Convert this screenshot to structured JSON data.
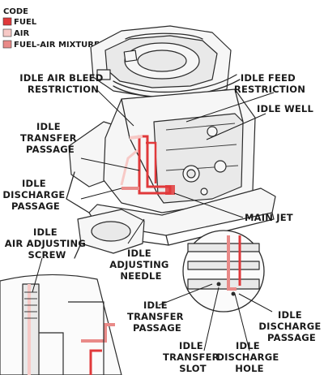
{
  "legend": {
    "title": "CODE",
    "items": [
      {
        "label": "FUEL",
        "color": "#e0393b"
      },
      {
        "label": "AIR",
        "color": "#f7c9c6"
      },
      {
        "label": "FUEL-AIR MIXTURE",
        "color": "#e98a88"
      }
    ]
  },
  "labels": {
    "idle_air_bleed": [
      "IDLE AIR BLEED",
      "RESTRICTION"
    ],
    "idle_feed": [
      "IDLE FEED",
      "RESTRICTION"
    ],
    "idle_well": [
      "IDLE WELL"
    ],
    "idle_transfer_passage": [
      "IDLE",
      "TRANSFER",
      "PASSAGE"
    ],
    "idle_discharge_passage": [
      "IDLE",
      "DISCHARGE",
      "PASSAGE"
    ],
    "main_jet": [
      "MAIN JET"
    ],
    "idle_air_adjusting_screw": [
      "IDLE",
      "AIR ADJUSTING",
      "SCREW"
    ],
    "idle_adjusting_needle": [
      "IDLE",
      "ADJUSTING",
      "NEEDLE"
    ],
    "idle_transfer_passage_detail": [
      "IDLE",
      "TRANSFER",
      "PASSAGE"
    ],
    "idle_discharge_passage_detail": [
      "IDLE",
      "DISCHARGE",
      "PASSAGE"
    ],
    "idle_transfer_slot": [
      "IDLE",
      "TRANSFER",
      "SLOT"
    ],
    "idle_discharge_hole": [
      "IDLE",
      "DISCHARGE",
      "HOLE"
    ]
  }
}
